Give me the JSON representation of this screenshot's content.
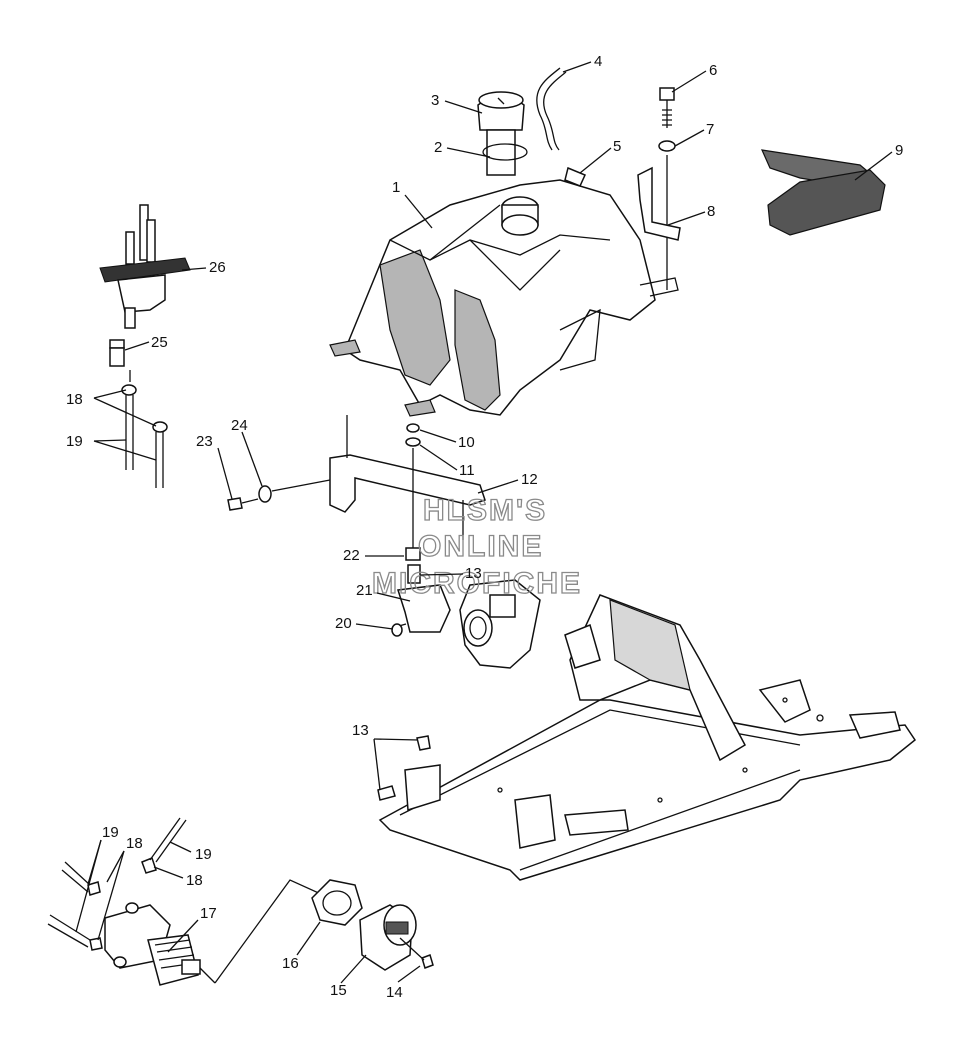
{
  "watermark": {
    "line1": "HLSM'S",
    "line2": "ONLINE",
    "line3": "MICROFICHE"
  },
  "callouts": [
    {
      "num": "1"
    },
    {
      "num": "2"
    },
    {
      "num": "3"
    },
    {
      "num": "4"
    },
    {
      "num": "5"
    },
    {
      "num": "6"
    },
    {
      "num": "7"
    },
    {
      "num": "8"
    },
    {
      "num": "9"
    },
    {
      "num": "10"
    },
    {
      "num": "11"
    },
    {
      "num": "12"
    },
    {
      "num": "13"
    },
    {
      "num": "13"
    },
    {
      "num": "14"
    },
    {
      "num": "15"
    },
    {
      "num": "16"
    },
    {
      "num": "17"
    },
    {
      "num": "18"
    },
    {
      "num": "18"
    },
    {
      "num": "18"
    },
    {
      "num": "19"
    },
    {
      "num": "19"
    },
    {
      "num": "19"
    },
    {
      "num": "20"
    },
    {
      "num": "21"
    },
    {
      "num": "22"
    },
    {
      "num": "23"
    },
    {
      "num": "24"
    },
    {
      "num": "25"
    },
    {
      "num": "26"
    }
  ]
}
